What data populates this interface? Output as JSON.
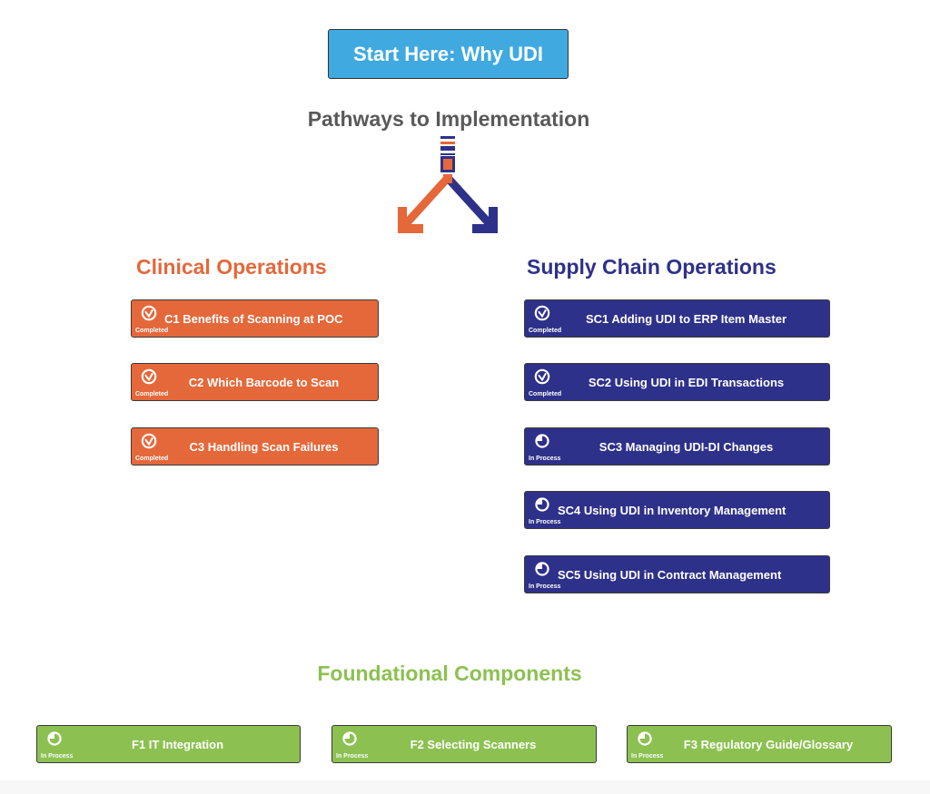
{
  "start": {
    "label": "Start Here: Why UDI"
  },
  "pathways": {
    "title": "Pathways to Implementation"
  },
  "clinical": {
    "heading": "Clinical Operations",
    "items": [
      {
        "label": "C1 Benefits of Scanning at POC",
        "status": "Completed"
      },
      {
        "label": "C2 Which Barcode to Scan",
        "status": "Completed"
      },
      {
        "label": "C3 Handling Scan Failures",
        "status": "Completed"
      }
    ]
  },
  "supply": {
    "heading": "Supply Chain Operations",
    "items": [
      {
        "label": "SC1 Adding UDI to ERP Item Master",
        "status": "Completed"
      },
      {
        "label": "SC2 Using UDI in EDI Transactions",
        "status": "Completed"
      },
      {
        "label": "SC3 Managing UDI-DI Changes",
        "status": "In Process"
      },
      {
        "label": "SC4 Using UDI in Inventory Management",
        "status": "In Process"
      },
      {
        "label": "SC5 Using UDI in Contract Management",
        "status": "In Process"
      }
    ]
  },
  "foundational": {
    "heading": "Foundational Components",
    "items": [
      {
        "label": "F1 IT Integration",
        "status": "In Process"
      },
      {
        "label": "F2 Selecting Scanners",
        "status": "In Process"
      },
      {
        "label": "F3 Regulatory Guide/Glossary",
        "status": "In Process"
      }
    ]
  },
  "icons": {
    "completed": "check-circle-icon",
    "in_process": "half-circle-icon",
    "split": "split-arrows-icon"
  },
  "colors": {
    "start": "#3fa9e0",
    "clinical": "#e4683a",
    "supply": "#2e3189",
    "foundational": "#8cc151",
    "title": "#595959"
  }
}
